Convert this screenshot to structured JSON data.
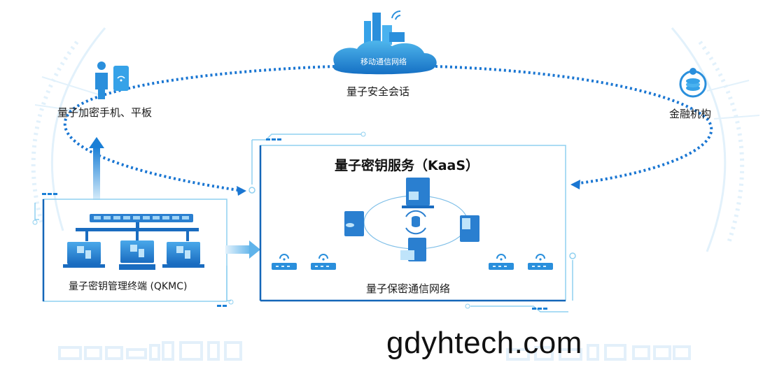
{
  "cloud_label": "移动通信网络",
  "session_label": "量子安全会话",
  "phone_label": "量子加密手机、平板",
  "finance_label": "金融机构",
  "kaas_title": "量子密钥服务（KaaS）",
  "qkmc_label": "量子密钥管理终端 (QKMC)",
  "network_label": "量子保密通信网络",
  "website": "gdyhtech.com",
  "colors": {
    "accent": "#1e88e5",
    "light": "#8fd0f0",
    "dark": "#1466b8",
    "frame": "#7fc6ec"
  }
}
